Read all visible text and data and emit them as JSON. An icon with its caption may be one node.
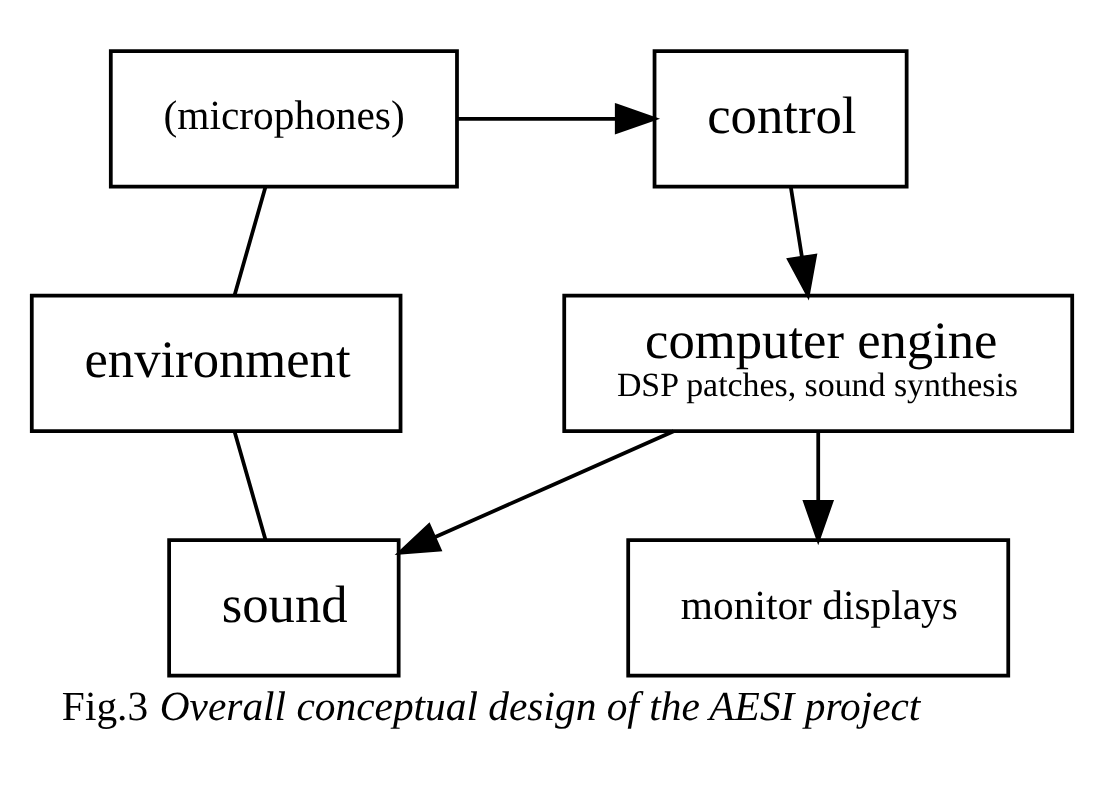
{
  "diagram": {
    "caption": "Fig.3 *Overall conceptual design of the AESI project*",
    "nodes": [
      {
        "text": [
          "(microphones)"
        ]
      },
      {
        "text": [
          "control"
        ]
      },
      {
        "text": [
          "environment"
        ]
      },
      {
        "text": [
          "computer engine",
          "DSP patches, sound synthesis"
        ]
      },
      {
        "text": [
          "sound"
        ]
      },
      {
        "text": [
          "monitor displays"
        ]
      }
    ],
    "edges": [
      {
        "from": 0,
        "to": 1,
        "arrow": "to"
      },
      {
        "from": 1,
        "to": 3,
        "arrow": "to"
      },
      {
        "from": 3,
        "to": 4,
        "arrow": "to"
      },
      {
        "from": 3,
        "to": 5,
        "arrow": "to"
      },
      {
        "from": 4,
        "to": 2,
        "arrow": "none"
      },
      {
        "from": 2,
        "to": 0,
        "arrow": "none"
      }
    ]
  }
}
